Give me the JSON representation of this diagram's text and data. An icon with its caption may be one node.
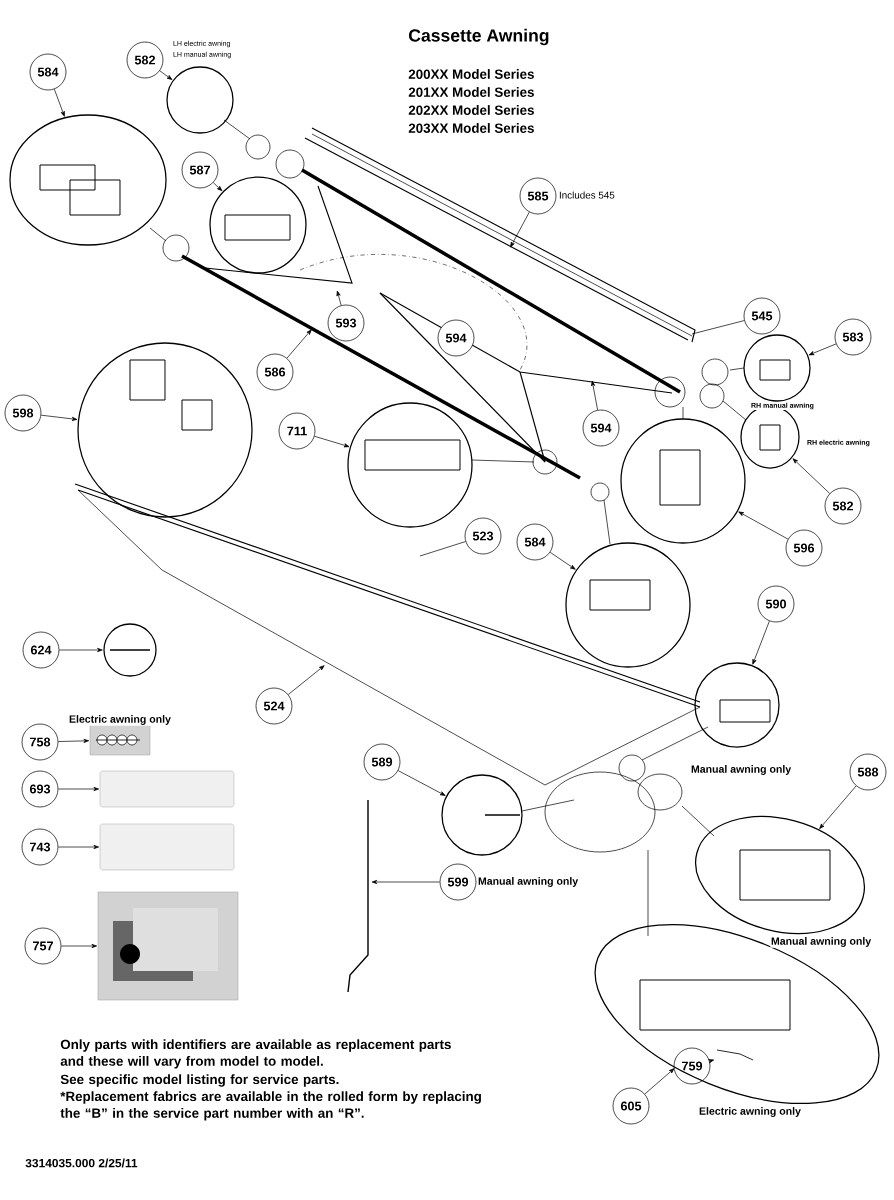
{
  "diagram": {
    "title": "Cassette Awning",
    "nodes": [
      {
        "text": [
          "584"
        ]
      },
      {
        "text": [
          "582"
        ]
      },
      {
        "text": [
          "587"
        ]
      },
      {
        "text": [
          "585"
        ],
        "beside": [
          "Includes 545"
        ]
      },
      {
        "text": [
          "593"
        ]
      },
      {
        "text": [
          "594"
        ]
      },
      {
        "text": [
          "586"
        ]
      },
      {
        "text": [
          "545"
        ]
      },
      {
        "text": [
          "583"
        ]
      },
      {
        "text": [
          "598"
        ]
      },
      {
        "text": [
          "594"
        ]
      },
      {
        "text": [
          "711"
        ]
      },
      {
        "text": [
          "582"
        ]
      },
      {
        "text": [
          "596"
        ]
      },
      {
        "text": [
          "523"
        ]
      },
      {
        "text": [
          "584"
        ]
      },
      {
        "text": [
          "590"
        ]
      },
      {
        "text": [
          "624"
        ]
      },
      {
        "text": [
          "524"
        ]
      },
      {
        "text": [
          "758"
        ]
      },
      {
        "text": [
          "589"
        ]
      },
      {
        "text": [
          "588"
        ]
      },
      {
        "text": [
          "693"
        ]
      },
      {
        "text": [
          "743"
        ]
      },
      {
        "text": [
          "599"
        ],
        "beside": [
          "Manual awning only"
        ]
      },
      {
        "text": [
          "757"
        ]
      },
      {
        "text": [
          "759"
        ],
        "in": 41
      },
      {
        "text": [
          "605"
        ]
      },
      {
        "text": [],
        "shape": "circle"
      },
      {
        "text": [],
        "shape": "circle",
        "beside": [
          "LH electric awning",
          "LH manual awning"
        ]
      },
      {
        "text": [],
        "shape": "circle"
      },
      {
        "text": [],
        "shape": "circle"
      },
      {
        "text": [],
        "shape": "circle"
      },
      {
        "text": [],
        "shape": "circle",
        "beside": [
          "RH manual awning"
        ]
      },
      {
        "text": [],
        "shape": "circle",
        "beside": [
          "RH electric awning"
        ]
      },
      {
        "text": [],
        "shape": "circle"
      },
      {
        "text": [],
        "shape": "circle"
      },
      {
        "text": [],
        "shape": "circle",
        "beside": [
          "Manual awning only"
        ]
      },
      {
        "text": [],
        "shape": "circle"
      },
      {
        "text": [],
        "shape": "circle"
      },
      {
        "text": [],
        "shape": "circle",
        "beside": [
          "Manual awning only"
        ]
      },
      {
        "text": [],
        "shape": "circle",
        "beside": [
          "Electric awning only"
        ]
      },
      {
        "text": [],
        "shape": "picture",
        "beside": [
          "Electric awning only"
        ]
      },
      {
        "text": [],
        "shape": "box"
      },
      {
        "text": [],
        "shape": "box"
      },
      {
        "text": [],
        "shape": "picture"
      },
      {
        "text": [],
        "shape": "picture",
        "in": 41
      }
    ],
    "edges": [
      {
        "from": 0,
        "to": 28,
        "arrow": "to"
      },
      {
        "from": 1,
        "to": 29,
        "arrow": "to"
      },
      {
        "from": 2,
        "to": 30,
        "arrow": "to"
      },
      {
        "from": 3,
        "to": null,
        "arrow": "to"
      },
      {
        "from": 4,
        "to": null,
        "arrow": "to"
      },
      {
        "from": 6,
        "to": null,
        "arrow": "to"
      },
      {
        "from": 7,
        "to": null,
        "arrow": "none"
      },
      {
        "from": 8,
        "to": 33,
        "arrow": "to"
      },
      {
        "from": 9,
        "to": 31,
        "arrow": "to"
      },
      {
        "from": 10,
        "to": null,
        "arrow": "to"
      },
      {
        "from": 11,
        "to": 32,
        "arrow": "to"
      },
      {
        "from": 12,
        "to": 34,
        "arrow": "to"
      },
      {
        "from": 13,
        "to": 35,
        "arrow": "to"
      },
      {
        "from": 14,
        "to": null,
        "arrow": "none"
      },
      {
        "from": 15,
        "to": 36,
        "arrow": "to"
      },
      {
        "from": 16,
        "to": 37,
        "arrow": "to"
      },
      {
        "from": 17,
        "to": 38,
        "arrow": "to"
      },
      {
        "from": 18,
        "to": null,
        "arrow": "to"
      },
      {
        "from": 19,
        "to": 42,
        "arrow": "to"
      },
      {
        "from": 20,
        "to": 39,
        "arrow": "to"
      },
      {
        "from": 21,
        "to": 40,
        "arrow": "to"
      },
      {
        "from": 22,
        "to": 43,
        "arrow": "to"
      },
      {
        "from": 23,
        "to": 44,
        "arrow": "to"
      },
      {
        "from": 24,
        "to": null,
        "arrow": "to"
      },
      {
        "from": 25,
        "to": 45,
        "arrow": "to"
      },
      {
        "from": 26,
        "to": 46,
        "arrow": "to"
      },
      {
        "from": 27,
        "to": 41,
        "arrow": "to"
      }
    ],
    "labels": [
      "200XX Model Series",
      "201XX Model Series",
      "202XX Model Series",
      "203XX Model Series",
      "Only parts with identifiers are available as replacement parts and these will vary from model to model.",
      "See specific model listing for service parts.",
      "*Replacement fabrics are available in the rolled form by replacing the “B” in the service part number with an “R”.",
      "3314035.000  2/25/11"
    ]
  }
}
